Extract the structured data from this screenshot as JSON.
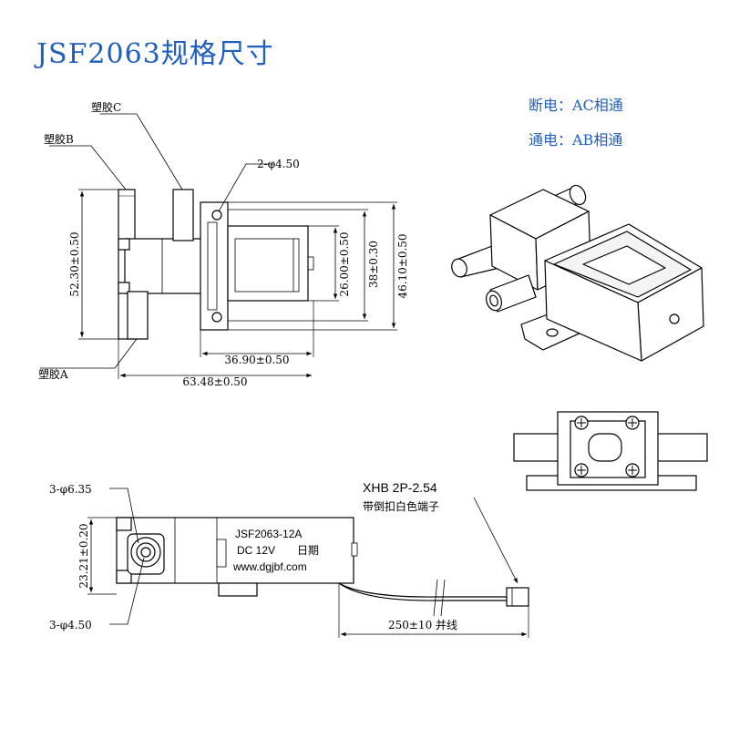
{
  "title": "JSF2063规格尺寸",
  "notes": {
    "off": "断电：AC相通",
    "on": "通电：AB相通"
  },
  "front_view": {
    "label_c": "塑胶C",
    "label_b": "塑胶B",
    "label_a": "塑胶A",
    "hole": "2-φ4.50",
    "dim_height_total": "52.30±0.50",
    "dim_inner": "26.00±0.50",
    "dim_38": "38±0.30",
    "dim_46": "46.10±0.50",
    "dim_body_width": "36.90±0.50",
    "dim_total_width": "63.48±0.50"
  },
  "side_view": {
    "hole_large": "3-φ6.35",
    "hole_small": "3-φ4.50",
    "dim_height": "23.21±0.20",
    "model": "JSF2063-12A",
    "voltage": "DC 12V",
    "date": "日期",
    "website": "www.dgjbf.com",
    "connector": "XHB 2P-2.54",
    "connector_desc": "带倒扣白色端子",
    "wire_length": "250±10 并线"
  }
}
